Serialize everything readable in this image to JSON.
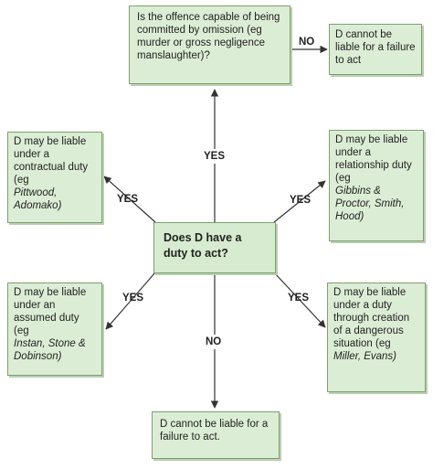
{
  "question_box": {
    "text": "Is the offence capable of being committed by omission (eg murder or gross negligence manslaughter)?"
  },
  "no_liability_top": {
    "text": "D cannot be liable for a failure to act"
  },
  "center_box": {
    "text": "Does D have a duty to act?"
  },
  "contractual_box": {
    "text": "D may be liable under a contractual duty (eg",
    "cases": "Pittwood, Adomako)"
  },
  "relationship_box": {
    "text": "D may be liable under a relationship duty (eg",
    "cases": "Gibbins & Proctor, Smith, Hood)"
  },
  "assumed_box": {
    "text": "D may be liable under an assumed duty (eg",
    "cases": "Instan, Stone & Dobinson)"
  },
  "danger_box": {
    "text": "D may be liable under a duty through creation of a dangerous situation (eg",
    "cases": "Miller, Evans)"
  },
  "no_liability_bottom": {
    "text": "D cannot be liable for a failure to act."
  },
  "labels": {
    "top_no": "NO",
    "top_yes": "YES",
    "upper_left_yes": "YES",
    "upper_right_yes": "YES",
    "lower_left_yes": "YES",
    "lower_right_yes": "YES",
    "bottom_no": "NO"
  },
  "colors": {
    "box_fill": "#dcedd5",
    "box_border": "#7da06f",
    "arrow": "#333333"
  }
}
